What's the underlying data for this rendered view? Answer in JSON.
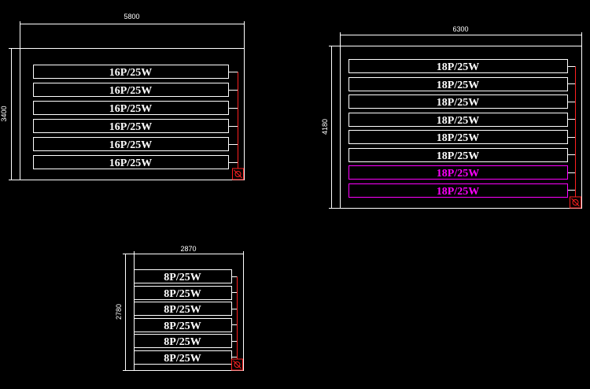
{
  "colors": {
    "background": "#000000",
    "line": "#ffffff",
    "wire": "#ff2020",
    "highlight": "#ff00ff"
  },
  "panels": [
    {
      "id": "panel-1",
      "width_label": "5800",
      "height_label": "3400",
      "strips": [
        {
          "label": "16P/25W",
          "highlight": false
        },
        {
          "label": "16P/25W",
          "highlight": false
        },
        {
          "label": "16P/25W",
          "highlight": false
        },
        {
          "label": "16P/25W",
          "highlight": false
        },
        {
          "label": "16P/25W",
          "highlight": false
        },
        {
          "label": "16P/25W",
          "highlight": false
        }
      ],
      "controller_icon": "circle-slash-icon"
    },
    {
      "id": "panel-2",
      "width_label": "6300",
      "height_label": "4180",
      "strips": [
        {
          "label": "18P/25W",
          "highlight": false
        },
        {
          "label": "18P/25W",
          "highlight": false
        },
        {
          "label": "18P/25W",
          "highlight": false
        },
        {
          "label": "18P/25W",
          "highlight": false
        },
        {
          "label": "18P/25W",
          "highlight": false
        },
        {
          "label": "18P/25W",
          "highlight": false
        },
        {
          "label": "18P/25W",
          "highlight": true
        },
        {
          "label": "18P/25W",
          "highlight": true
        }
      ],
      "controller_icon": "circle-slash-icon"
    },
    {
      "id": "panel-3",
      "width_label": "2870",
      "height_label": "2780",
      "strips": [
        {
          "label": "8P/25W",
          "highlight": false
        },
        {
          "label": "8P/25W",
          "highlight": false
        },
        {
          "label": "8P/25W",
          "highlight": false
        },
        {
          "label": "8P/25W",
          "highlight": false
        },
        {
          "label": "8P/25W",
          "highlight": false
        },
        {
          "label": "8P/25W",
          "highlight": false
        }
      ],
      "controller_icon": "circle-slash-icon"
    }
  ]
}
